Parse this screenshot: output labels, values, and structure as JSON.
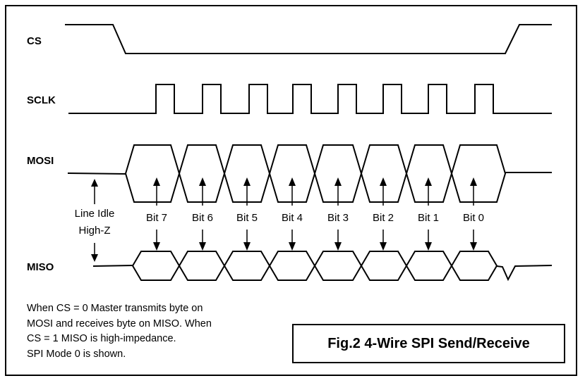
{
  "signals": {
    "cs": "CS",
    "sclk": "SCLK",
    "mosi": "MOSI",
    "miso": "MISO"
  },
  "idle_label": [
    "Line Idle",
    "High-Z"
  ],
  "bits": [
    "Bit 7",
    "Bit 6",
    "Bit 5",
    "Bit 4",
    "Bit 3",
    "Bit 2",
    "Bit 1",
    "Bit 0"
  ],
  "notes": [
    "When CS = 0 Master transmits byte on",
    "MOSI and receives byte on MISO. When",
    "CS = 1 MISO is high-impedance.",
    "SPI Mode 0 is shown."
  ],
  "caption": "Fig.2  4-Wire SPI Send/Receive"
}
